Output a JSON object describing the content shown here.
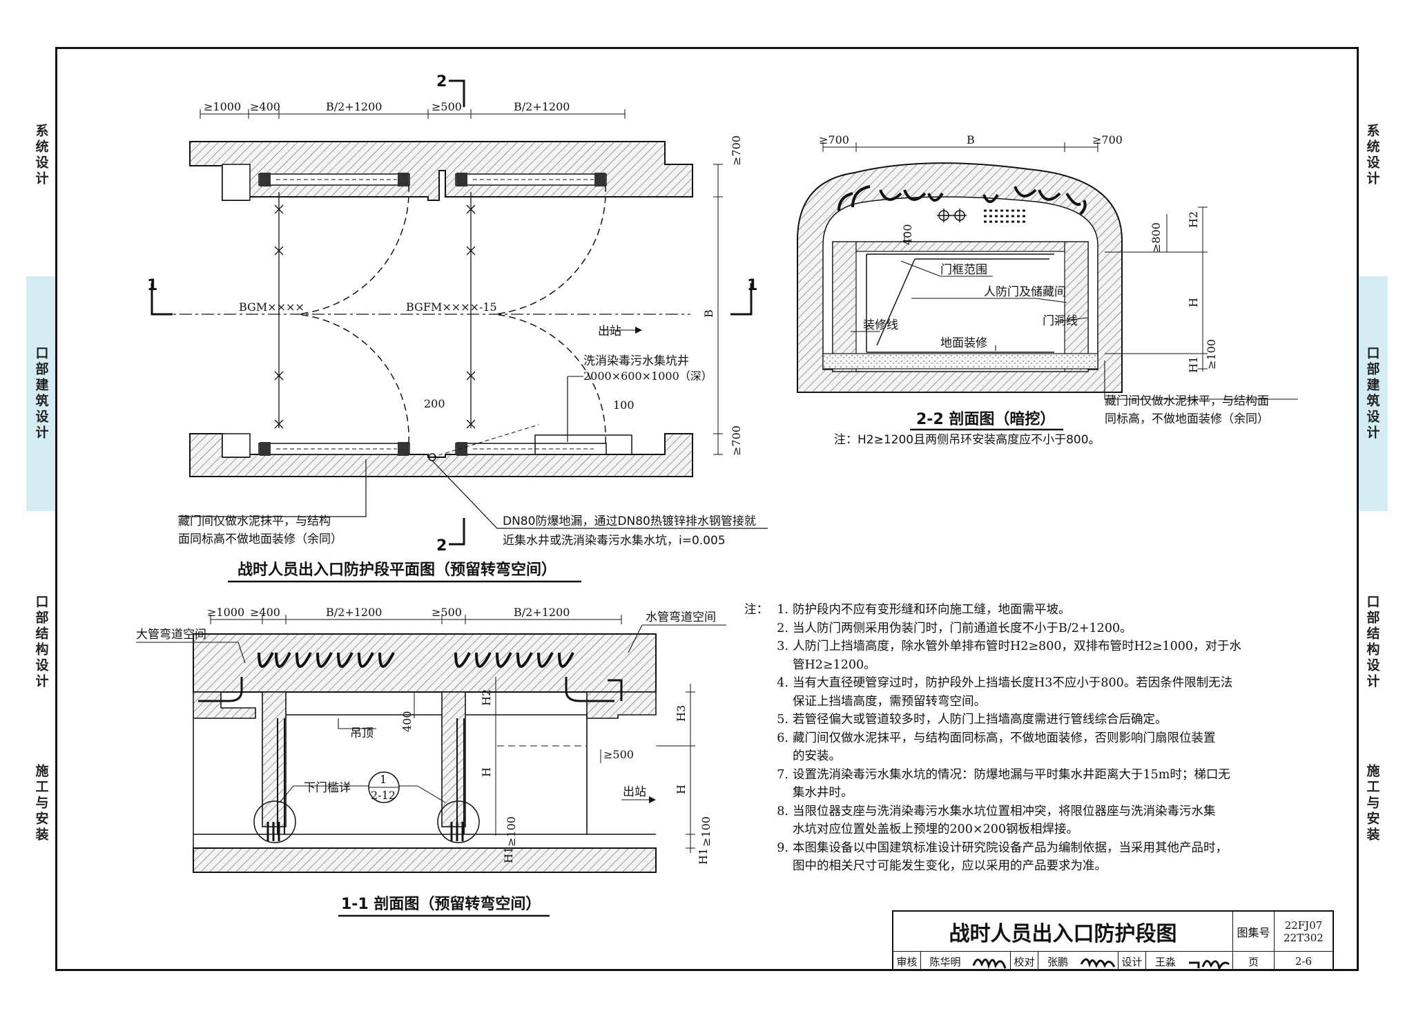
{
  "side_tabs": {
    "left": [
      {
        "label": "系统设计",
        "active": false
      },
      {
        "label": "口部建筑设计",
        "active": true
      },
      {
        "label": "口部结构设计",
        "active": false
      },
      {
        "label": "施工与安装",
        "active": false
      }
    ],
    "right": [
      {
        "label": "系统设计",
        "active": false
      },
      {
        "label": "口部建筑设计",
        "active": true
      },
      {
        "label": "口部结构设计",
        "active": false
      },
      {
        "label": "施工与安装",
        "active": false
      }
    ]
  },
  "plan": {
    "title": "战时人员出入口防护段平面图（预留转弯空间）",
    "dims_top": [
      "≥1000",
      "≥400",
      "B/2+1200",
      "≥500",
      "B/2+1200"
    ],
    "dim_right_top": "≥700",
    "dim_right_mid": "B",
    "dim_right_bottom": "≥700",
    "dim_small_1": "200",
    "dim_small_2": "100",
    "section_mark_1": "1",
    "section_mark_2": "2",
    "door_1": "BGM××××",
    "door_2": "BGFM××××-15",
    "exit": "出站",
    "sump_label_1": "洗消染毒污水集坑井",
    "sump_label_2": "2000×600×1000（深）",
    "callout_left_1": "藏门间仅做水泥抹平，与结构",
    "callout_left_2": "面同标高不做地面装修（余同）",
    "callout_right_1": "DN80防爆地漏，通过DN80热镀锌排水钢管接就",
    "callout_right_2": "近集水井或洗消染毒污水集水坑，i=0.005"
  },
  "section22": {
    "title": "2-2 剖面图（暗挖）",
    "note": "注：H2≥1200且两侧吊环安装高度应不小于800。",
    "dims_top": [
      "≥700",
      "B",
      "≥700"
    ],
    "dim_400": "400",
    "dim_800": "≥800",
    "dim_h2": "H2",
    "dim_h": "H",
    "dim_100": "≥100",
    "dim_h1": "H1",
    "label_frame": "门框范围",
    "label_door": "人防门及储藏间",
    "label_opening": "门洞线",
    "label_finish": "装修线",
    "label_floor": "地面装修",
    "callout_1": "藏门间仅做水泥抹平，与结构面",
    "callout_2": "同标高，不做地面装修（余同）"
  },
  "section11": {
    "title": "1-1 剖面图（预留转弯空间）",
    "dims_top": [
      "≥1000",
      "≥400",
      "B/2+1200",
      "≥500",
      "B/2+1200"
    ],
    "label_big_pipe": "大管弯道空间",
    "label_water_pipe": "水管弯道空间",
    "label_ceiling": "吊顶",
    "label_sill": "下门槛详",
    "ref_num": "1",
    "ref_sheet": "2-12",
    "exit": "出站",
    "dim_400": "400",
    "dim_500": "≥500",
    "dim_h2": "H2",
    "dim_h": "H",
    "dim_h3": "H3",
    "dim_h_right": "H",
    "dim_100": "≥100",
    "dim_100_right": "≥100",
    "dim_h1": "H1",
    "dim_h1_right": "H1"
  },
  "notes": {
    "lead": "注：",
    "items": [
      [
        "防护段内不应有变形缝和环向施工缝，地面需平坡。"
      ],
      [
        "当人防门两侧采用伪装门时，门前通道长度不小于B/2+1200。"
      ],
      [
        "人防门上挡墙高度，除水管外单排布管时H2≥800，双排布管时H2≥1000，对于水",
        "管H2≥1200。"
      ],
      [
        "当有大直径硬管穿过时，防护段外上挡墙长度H3不应小于800。若因条件限制无法",
        "保证上挡墙高度，需预留转弯空间。"
      ],
      [
        "若管径偏大或管道较多时，人防门上挡墙高度需进行管线综合后确定。"
      ],
      [
        "藏门间仅做水泥抹平，与结构面同标高，不做地面装修，否则影响门扇限位装置",
        "的安装。"
      ],
      [
        "设置洗消染毒污水集水坑的情况：防爆地漏与平时集水井距离大于15m时；梯口无",
        "集水井时。"
      ],
      [
        "当限位器支座与洗消染毒污水集水坑位置相冲突，将限位器座与洗消染毒污水集",
        "水坑对应位置处盖板上预埋的200×200钢板相焊接。"
      ],
      [
        "本图集设备以中国建筑标准设计研究院设备产品为编制依据，当采用其他产品时，",
        "图中的相关尺寸可能发生变化，应以采用的产品要求为准。"
      ]
    ]
  },
  "title_block": {
    "title": "战时人员出入口防护段图",
    "atlas_label": "图集号",
    "atlas_no_1": "22FJ07",
    "atlas_no_2": "22T302",
    "review_label": "审核",
    "reviewer": "陈华明",
    "check_label": "校对",
    "checker": "张鹏",
    "design_label": "设计",
    "designer": "王淼",
    "page_label": "页",
    "page_no": "2-6"
  }
}
